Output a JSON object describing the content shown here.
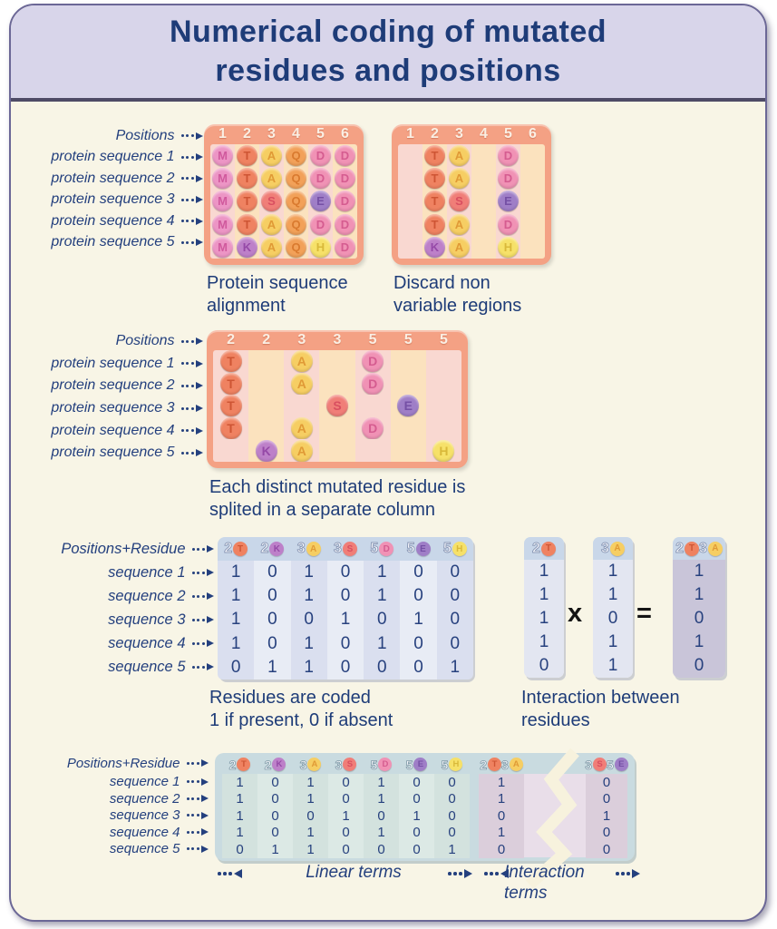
{
  "title": [
    "Numerical coding of mutated",
    "residues and positions"
  ],
  "palette": {
    "navy_text": "#1E3C78",
    "header_lavender": "#D8D5EA",
    "page_cream": "#F8F5E6",
    "grid_frame_salmon": "#F4A184",
    "stripe_pink": "#F9D8D1",
    "stripe_peach": "#FBE2BE",
    "matrix_band_blue": "#C9D7E9",
    "result_col_gray": "#C9C5D9",
    "bottom_table_teal": "#C9DBE0",
    "interaction_mauve": "#DBCEDB",
    "residues": {
      "M": {
        "bg": "#EC95C5",
        "fg": "#D0599D"
      },
      "T": {
        "bg": "#EF8261",
        "fg": "#CE5534"
      },
      "A": {
        "bg": "#F6CE63",
        "fg": "#E09A36"
      },
      "Q": {
        "bg": "#F2A159",
        "fg": "#D97A2F"
      },
      "D": {
        "bg": "#F092B5",
        "fg": "#D55C90"
      },
      "S": {
        "bg": "#F07E78",
        "fg": "#D94F60"
      },
      "E": {
        "bg": "#9F7EC7",
        "fg": "#7550A5"
      },
      "K": {
        "bg": "#BD80C9",
        "fg": "#9549A7"
      },
      "H": {
        "bg": "#F6E169",
        "fg": "#D9B93A"
      }
    }
  },
  "section1": {
    "labels": [
      "Positions",
      "protein sequence 1",
      "protein sequence 2",
      "protein sequence 3",
      "protein sequence 4",
      "protein sequence 5"
    ],
    "alignment": {
      "positions": [
        "1",
        "2",
        "3",
        "4",
        "5",
        "6"
      ],
      "rows": [
        [
          "M",
          "T",
          "A",
          "Q",
          "D",
          "D"
        ],
        [
          "M",
          "T",
          "A",
          "Q",
          "D",
          "D"
        ],
        [
          "M",
          "T",
          "S",
          "Q",
          "E",
          "D"
        ],
        [
          "M",
          "T",
          "A",
          "Q",
          "D",
          "D"
        ],
        [
          "M",
          "K",
          "A",
          "Q",
          "H",
          "D"
        ]
      ],
      "caption": [
        "Protein sequence",
        "alignment"
      ]
    },
    "discard": {
      "positions": [
        "1",
        "2",
        "3",
        "4",
        "5",
        "6"
      ],
      "rows": [
        [
          "",
          "T",
          "A",
          "",
          "D",
          ""
        ],
        [
          "",
          "T",
          "A",
          "",
          "D",
          ""
        ],
        [
          "",
          "T",
          "S",
          "",
          "E",
          ""
        ],
        [
          "",
          "T",
          "A",
          "",
          "D",
          ""
        ],
        [
          "",
          "K",
          "A",
          "",
          "H",
          ""
        ]
      ],
      "caption": [
        "Discard non",
        "variable regions"
      ]
    }
  },
  "section2": {
    "labels": [
      "Positions",
      "protein sequence 1",
      "protein sequence 2",
      "protein sequence 3",
      "protein sequence 4",
      "protein sequence 5"
    ],
    "split": {
      "positions": [
        "2",
        "2",
        "3",
        "3",
        "5",
        "5",
        "5"
      ],
      "rows": [
        [
          "T",
          "",
          "A",
          "",
          "D",
          "",
          ""
        ],
        [
          "T",
          "",
          "A",
          "",
          "D",
          "",
          ""
        ],
        [
          "T",
          "",
          "",
          "S",
          "",
          "E",
          ""
        ],
        [
          "T",
          "",
          "A",
          "",
          "D",
          "",
          ""
        ],
        [
          "",
          "K",
          "A",
          "",
          "",
          "",
          "H"
        ]
      ],
      "caption": [
        "Each distinct mutated residue is",
        "splited in a separate column"
      ]
    }
  },
  "section3": {
    "labels": [
      "Positions+Residue",
      "sequence 1",
      "sequence 2",
      "sequence 3",
      "sequence 4",
      "sequence 5"
    ],
    "matrix": {
      "headers": [
        [
          "2",
          "T"
        ],
        [
          "2",
          "K"
        ],
        [
          "3",
          "A"
        ],
        [
          "3",
          "S"
        ],
        [
          "5",
          "D"
        ],
        [
          "5",
          "E"
        ],
        [
          "5",
          "H"
        ]
      ],
      "rows": [
        [
          "1",
          "0",
          "1",
          "0",
          "1",
          "0",
          "0"
        ],
        [
          "1",
          "0",
          "1",
          "0",
          "1",
          "0",
          "0"
        ],
        [
          "1",
          "0",
          "0",
          "1",
          "0",
          "1",
          "0"
        ],
        [
          "1",
          "0",
          "1",
          "0",
          "1",
          "0",
          "0"
        ],
        [
          "0",
          "1",
          "1",
          "0",
          "0",
          "0",
          "1"
        ]
      ],
      "caption": [
        "Residues are coded",
        "1 if present, 0 if absent"
      ]
    },
    "interaction": {
      "left_col": {
        "header": [
          [
            "2",
            "T"
          ]
        ],
        "values": [
          "1",
          "1",
          "1",
          "1",
          "0"
        ]
      },
      "multiply": "x",
      "right_col": {
        "header": [
          [
            "3",
            "A"
          ]
        ],
        "values": [
          "1",
          "1",
          "0",
          "1",
          "1"
        ]
      },
      "equals": "=",
      "result_col": {
        "header": [
          [
            "2",
            "T"
          ],
          [
            "3",
            "A"
          ]
        ],
        "values": [
          "1",
          "1",
          "0",
          "1",
          "0"
        ]
      },
      "caption": [
        "Interaction between",
        "residues"
      ]
    }
  },
  "section4": {
    "labels": [
      "Positions+Residue",
      "sequence 1",
      "sequence 2",
      "sequence 3",
      "sequence 4",
      "sequence 5"
    ],
    "linear": {
      "headers": [
        [
          "2",
          "T"
        ],
        [
          "2",
          "K"
        ],
        [
          "3",
          "A"
        ],
        [
          "3",
          "S"
        ],
        [
          "5",
          "D"
        ],
        [
          "5",
          "E"
        ],
        [
          "5",
          "H"
        ]
      ],
      "rows": [
        [
          "1",
          "0",
          "1",
          "0",
          "1",
          "0",
          "0"
        ],
        [
          "1",
          "0",
          "1",
          "0",
          "1",
          "0",
          "0"
        ],
        [
          "1",
          "0",
          "0",
          "1",
          "0",
          "1",
          "0"
        ],
        [
          "1",
          "0",
          "1",
          "0",
          "1",
          "0",
          "0"
        ],
        [
          "0",
          "1",
          "1",
          "0",
          "0",
          "0",
          "1"
        ]
      ]
    },
    "interactions": [
      {
        "header": [
          [
            "2",
            "T"
          ],
          [
            "3",
            "A"
          ]
        ],
        "values": [
          "1",
          "1",
          "0",
          "1",
          "0"
        ]
      },
      {
        "header": [
          [
            "3",
            "S"
          ],
          [
            "5",
            "E"
          ]
        ],
        "values": [
          "0",
          "0",
          "1",
          "0",
          "0"
        ]
      }
    ],
    "linear_label": "Linear terms",
    "interaction_label": [
      "Interaction",
      "terms"
    ]
  }
}
